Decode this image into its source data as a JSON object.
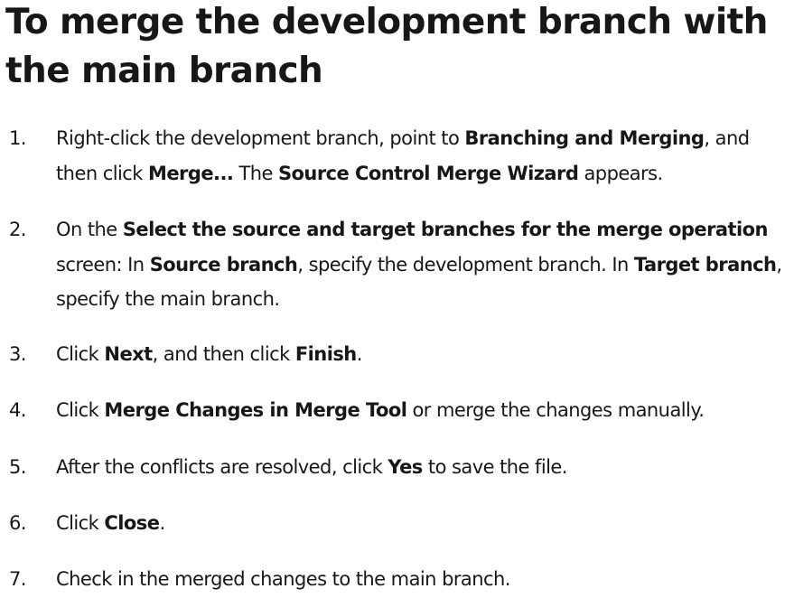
{
  "document": {
    "title": "To merge the development branch with the main branch",
    "steps": [
      {
        "number": "1.",
        "segments": [
          {
            "text": "Right-click the development branch, point to ",
            "bold": false
          },
          {
            "text": "Branching and Merging",
            "bold": true
          },
          {
            "text": ", and then click ",
            "bold": false
          },
          {
            "text": "Merge...",
            "bold": true
          },
          {
            "text": " The ",
            "bold": false
          },
          {
            "text": "Source Control Merge Wizard",
            "bold": true
          },
          {
            "text": " appears.",
            "bold": false
          }
        ]
      },
      {
        "number": "2.",
        "segments": [
          {
            "text": "On the ",
            "bold": false
          },
          {
            "text": "Select the source and target branches for the merge operation",
            "bold": true
          },
          {
            "text": " screen: In ",
            "bold": false
          },
          {
            "text": "Source branch",
            "bold": true
          },
          {
            "text": ", specify the development branch. In ",
            "bold": false
          },
          {
            "text": "Target branch",
            "bold": true
          },
          {
            "text": ", specify the main branch.",
            "bold": false
          }
        ]
      },
      {
        "number": "3.",
        "segments": [
          {
            "text": "Click ",
            "bold": false
          },
          {
            "text": "Next",
            "bold": true
          },
          {
            "text": ", and then click ",
            "bold": false
          },
          {
            "text": "Finish",
            "bold": true
          },
          {
            "text": ".",
            "bold": false
          }
        ]
      },
      {
        "number": "4.",
        "segments": [
          {
            "text": "Click ",
            "bold": false
          },
          {
            "text": "Merge Changes in Merge Tool",
            "bold": true
          },
          {
            "text": " or merge the changes manually.",
            "bold": false
          }
        ]
      },
      {
        "number": "5.",
        "segments": [
          {
            "text": "After the conflicts are resolved, click ",
            "bold": false
          },
          {
            "text": "Yes",
            "bold": true
          },
          {
            "text": " to save the file.",
            "bold": false
          }
        ]
      },
      {
        "number": "6.",
        "segments": [
          {
            "text": "Click ",
            "bold": false
          },
          {
            "text": "Close",
            "bold": true
          },
          {
            "text": ".",
            "bold": false
          }
        ]
      },
      {
        "number": "7.",
        "segments": [
          {
            "text": "Check in the merged changes to the main branch.",
            "bold": false
          }
        ]
      }
    ]
  },
  "colors": {
    "text": "#171717",
    "background": "#ffffff"
  }
}
